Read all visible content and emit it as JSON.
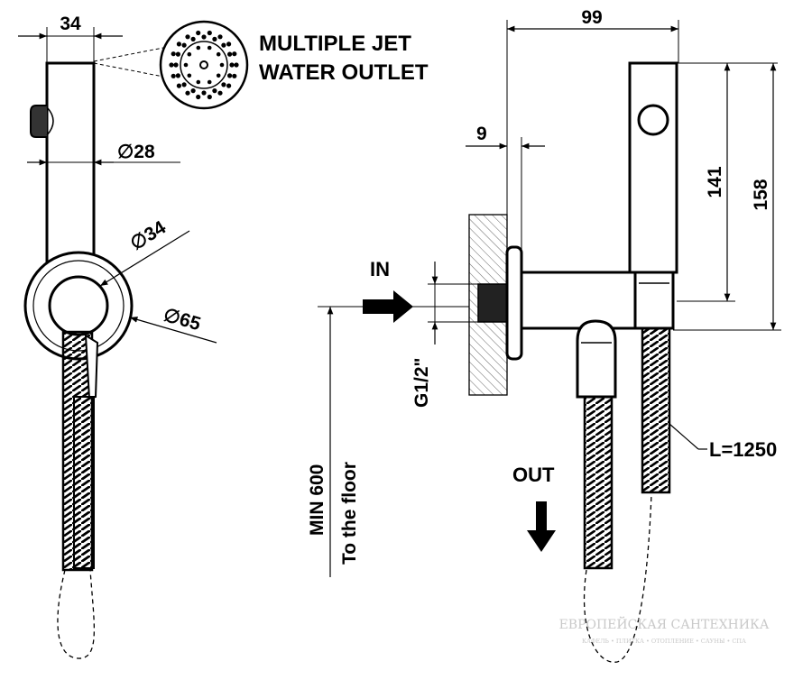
{
  "drawing": {
    "front_view": {
      "width_dim": "34",
      "handle_dia": "∅28",
      "button_dia": "∅34",
      "plate_dia": "∅65",
      "callout_line1": "MULTIPLE JET",
      "callout_line2": "WATER OUTLET"
    },
    "side_view": {
      "depth_dim": "99",
      "offset_dim": "9",
      "height_141": "141",
      "height_158": "158",
      "inlet_label": "IN",
      "thread_label": "G1/2\"",
      "outlet_label": "OUT",
      "hose_length": "L=1250",
      "min_height_line1": "MIN 600",
      "min_height_line2": "To the floor"
    },
    "watermark": {
      "title": "ЕВРОПЕЙСКАЯ САНТЕХНИКА",
      "subtitle": "КАФЕЛЬ • ПЛИТКА • ОТОПЛЕНИЕ • САУНЫ • СПА"
    }
  }
}
